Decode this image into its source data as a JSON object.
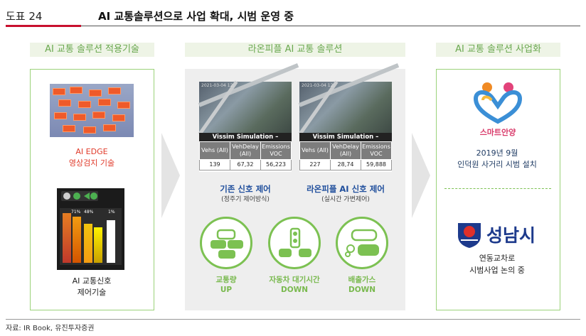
{
  "header": {
    "label": "도표 24",
    "title": "AI 교통솔루션으로 사업 확대, 시범 운영 중"
  },
  "sections": {
    "left": "AI 교통 솔루션 적용기술",
    "middle": "라온피플 AI 교통 솔루션",
    "right": "AI 교통 솔루션 사업화"
  },
  "left": {
    "edge_line1": "AI EDGE",
    "edge_line2": "영상검지 기술",
    "signal_line1": "AI 교통신호",
    "signal_line2": "제어기술",
    "signal_pcts": [
      "71%",
      "48%",
      "1%"
    ]
  },
  "middle": {
    "sim_title": "Vissim Simulation – Statistic",
    "columns": [
      "Vehs (All)",
      "VehDelay (All)",
      "Emissions VOC"
    ],
    "sims": [
      {
        "stamp": "2021-03-04 12:",
        "values": [
          "139",
          "67,32",
          "56,223"
        ],
        "label": "기존 신호 제어",
        "sub": "(정주기 제어방식)"
      },
      {
        "stamp": "2021-03-04 12:",
        "values": [
          "227",
          "28,74",
          "59,888"
        ],
        "label": "라온피플 AI 신호 제어",
        "sub": "(실시간 가변제어)"
      }
    ],
    "effects": [
      {
        "line1": "교통량",
        "line2": "UP",
        "icon": "traffic-cars-icon"
      },
      {
        "line1": "자동차 대기시간",
        "line2": "DOWN",
        "icon": "traffic-light-icon"
      },
      {
        "line1": "배출가스",
        "line2": "DOWN",
        "icon": "emission-car-icon"
      }
    ]
  },
  "right": {
    "smart_logo": "스마트안양",
    "smart_desc1": "2019년 9월",
    "smart_desc2": "인덕원 사거리 시범 설치",
    "seongnam_logo": "성남시",
    "seong_desc1": "연동교차로",
    "seong_desc2": "시범사업 논의 중"
  },
  "footer": "자료: IR Book, 유진투자증권",
  "colors": {
    "accent": "#c8102e",
    "green": "#7cc152",
    "blue_title": "#1f4e9c"
  }
}
